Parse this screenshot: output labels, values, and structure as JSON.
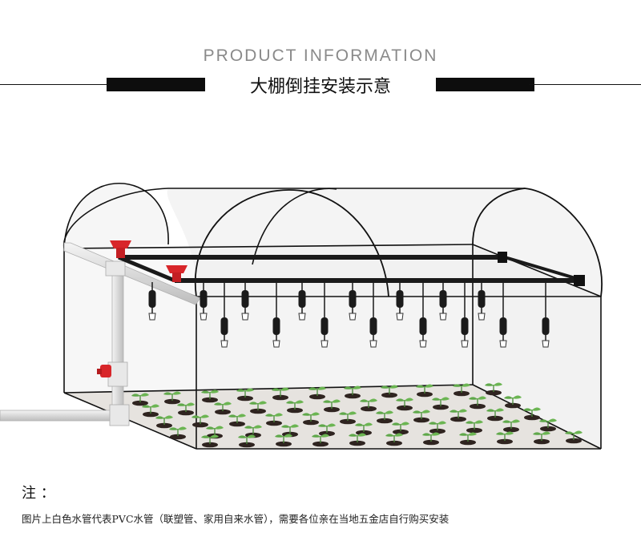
{
  "header": {
    "title_en": "PRODUCT INFORMATION",
    "title_zh": "大棚倒挂安装示意"
  },
  "note": {
    "title": "注 ：",
    "text": "图片上白色水管代表PVC水管（联塑管、家用自来水管），需要各位亲在当地五金店自行购买安装"
  },
  "colors": {
    "accent_bar": "#0d0d0d",
    "valve_red": "#d8262a",
    "soil": "#2f2420",
    "seedling": "#5fa84a"
  }
}
